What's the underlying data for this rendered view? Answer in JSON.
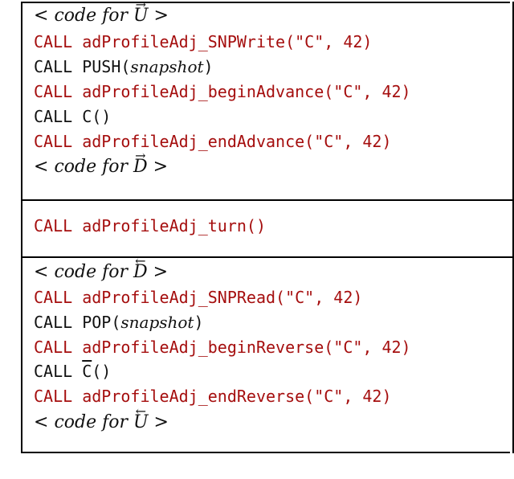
{
  "forward": {
    "code_start": {
      "prefix": "code for",
      "var": "U",
      "arrow": "right"
    },
    "lines": [
      {
        "text": "CALL adProfileAdj_SNPWrite(\"C\", 42)",
        "color": "#a50e0e"
      },
      {
        "pre": "CALL PUSH(",
        "arg": "snapshot",
        "post": ")",
        "color": "#111111"
      },
      {
        "text": "CALL adProfileAdj_beginAdvance(\"C\", 42)",
        "color": "#a50e0e"
      },
      {
        "text": "CALL C()",
        "color": "#111111"
      },
      {
        "text": "CALL adProfileAdj_endAdvance(\"C\", 42)",
        "color": "#a50e0e"
      }
    ],
    "code_end": {
      "prefix": "code for",
      "var": "D",
      "arrow": "right"
    }
  },
  "turn": {
    "text": "CALL adProfileAdj_turn()",
    "color": "#a50e0e"
  },
  "backward": {
    "code_start": {
      "prefix": "code for",
      "var": "D",
      "arrow": "left"
    },
    "lines": [
      {
        "text": "CALL adProfileAdj_SNPRead(\"C\", 42)",
        "color": "#a50e0e"
      },
      {
        "pre": "CALL POP(",
        "arg": "snapshot",
        "post": ")",
        "color": "#111111"
      },
      {
        "text": "CALL adProfileAdj_beginReverse(\"C\", 42)",
        "color": "#a50e0e"
      },
      {
        "pre": "CALL ",
        "barred": "C",
        "post": "()",
        "color": "#111111"
      },
      {
        "text": "CALL adProfileAdj_endReverse(\"C\", 42)",
        "color": "#a50e0e"
      }
    ],
    "code_end": {
      "prefix": "code for",
      "var": "U",
      "arrow": "left"
    }
  }
}
